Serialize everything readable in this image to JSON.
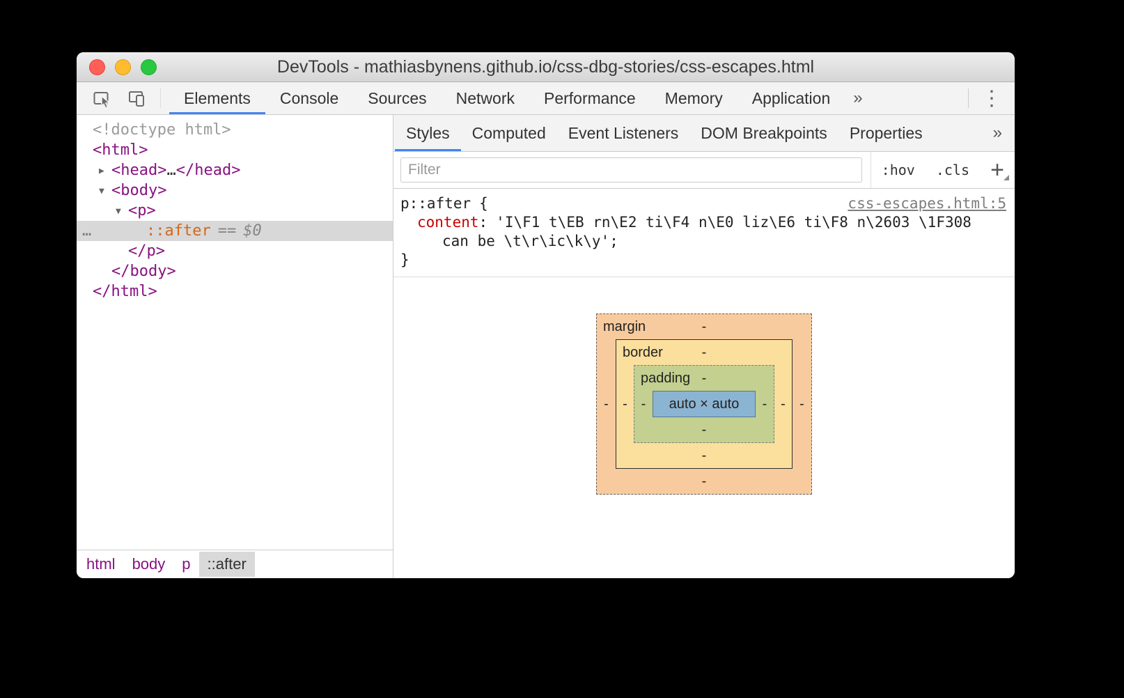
{
  "titlebar": {
    "title": "DevTools - mathiasbynens.github.io/css-dbg-stories/css-escapes.html"
  },
  "toolbar": {
    "tabs": [
      "Elements",
      "Console",
      "Sources",
      "Network",
      "Performance",
      "Memory",
      "Application"
    ],
    "more": "»",
    "menu": "⋮"
  },
  "dom_tree": {
    "gutter": "…",
    "arrow_collapsed": "▶",
    "arrow_expanded": "▼",
    "doctype": "<!doctype html>",
    "html_open": "<html>",
    "head_open": "<head>",
    "head_ellipsis": "…",
    "head_close": "</head>",
    "body_open": "<body>",
    "p_open": "<p>",
    "after_label": "::after",
    "after_eq": "==",
    "after_var": "$0",
    "p_close": "</p>",
    "body_close": "</body>",
    "html_close": "</html>"
  },
  "breadcrumb": {
    "items": [
      "html",
      "body",
      "p",
      "::after"
    ]
  },
  "styles_panel": {
    "tabs": [
      "Styles",
      "Computed",
      "Event Listeners",
      "DOM Breakpoints",
      "Properties"
    ],
    "more": "»",
    "filter_placeholder": "Filter",
    "hov": ":hov",
    "cls": ".cls",
    "add": "+",
    "rule": {
      "selector": "p::after",
      "brace_open": "{",
      "property": "content",
      "colon": ":",
      "value_line1": "'I\\F1 t\\EB rn\\E2 ti\\F4 n\\E0 liz\\E6 ti\\F8 n\\2603 \\1F308",
      "value_line2": "can be \\t\\r\\ic\\k\\y';",
      "brace_close": "}",
      "source": "css-escapes.html:5"
    }
  },
  "box_model": {
    "margin_label": "margin",
    "border_label": "border",
    "padding_label": "padding",
    "content_value": "auto × auto",
    "margin": {
      "top": "-",
      "right": "-",
      "bottom": "-",
      "left": "-"
    },
    "border": {
      "top": "-",
      "right": "-",
      "bottom": "-",
      "left": "-"
    },
    "padding": {
      "top": "-",
      "right": "-",
      "bottom": "-",
      "left": "-"
    }
  },
  "colors": {
    "accent_blue": "#4285f4",
    "tag_purple": "#881280",
    "property_red": "#c80000",
    "pseudo_orange": "#d2691e",
    "selection_gray": "#d8d8d8",
    "box_margin": "#f8cb9e",
    "box_border": "#fbdf9d",
    "box_padding": "#c3d08f",
    "box_content": "#8bb4d2"
  }
}
